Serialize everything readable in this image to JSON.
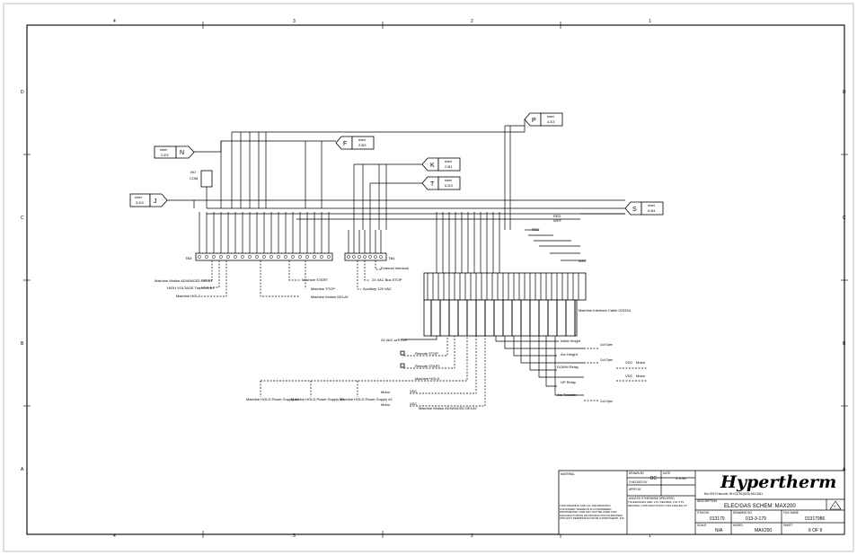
{
  "border": {
    "columns": [
      "4",
      "3",
      "2",
      "1"
    ],
    "rows": [
      "D",
      "C",
      "B",
      "A"
    ]
  },
  "connectors": [
    {
      "letter": "N",
      "sheet_word": "sheet",
      "ref": "2-E3"
    },
    {
      "letter": "F",
      "sheet_word": "sheet",
      "ref": "2-B3"
    },
    {
      "letter": "P",
      "sheet_word": "sheet",
      "ref": "4-E3"
    },
    {
      "letter": "K",
      "sheet_word": "sheet",
      "ref": "2-B1"
    },
    {
      "letter": "T",
      "sheet_word": "sheet",
      "ref": "6-D3"
    },
    {
      "letter": "J",
      "sheet_word": "sheet",
      "ref": "3-D3"
    },
    {
      "letter": "S",
      "sheet_word": "sheet",
      "ref": "6-B4"
    }
  ],
  "labels": {
    "no": "NO",
    "com": "COM",
    "tb3": "TB3",
    "tb4": "TB4",
    "red": "RED",
    "wht": "WHT",
    "machine_motion_delay": "Machine Motion ADVANCED DELAY",
    "hv_transformer": "HIGH VOLTAGE Transformer",
    "machine_hold": "Machine HOLD",
    "machine_start": "Machine START",
    "machine_stop": "Machine STOP",
    "machine_motion_delay2": "Machine Motion DELAY",
    "interlock": "External Interlock",
    "vac_bus": "24 VAC Bus STOP",
    "aux_vac": "Auxiliary 120 VAC",
    "interface_cable": "Machine Interface Cable 023334",
    "vac_wstop": "24 VAC w/STOP",
    "remote_stop": "Remote STOP",
    "remote_start": "Remote START",
    "machine_hold2": "Machine HOLD",
    "advanced_delay": "Machine Motion ADVANCED DELAY",
    "hold_ps4": "Machine HOLD Power Supply #4",
    "hold_ps3": "Machine HOLD Power Supply #3",
    "hold_ps2": "Machine HOLD Power Supply #2",
    "motor": "Motor",
    "vdc": "VDC",
    "initial_height": "Initial Height",
    "arc_height": "Arc Height",
    "down_relay": "DOWN Relay",
    "up_relay": "UP Relay",
    "arc_transfer": "Arc Transfer",
    "coil_open": "Coil Open"
  },
  "title_block": {
    "company": "Hypertherm",
    "address": "Box 5010 Hanover, NH 03755 (603) 643-3441",
    "material_label": "MATERIAL",
    "drawn_label": "DRAWN BY",
    "drawn_value": "BC",
    "date_label": "DATE",
    "date_value": "5-9-96",
    "checked_label": "CHECKED BY",
    "approved_label": "APPR BY",
    "unless_label": "UNLESS OTHERWISE SPECIFIED",
    "tolerances": "TOLERANCES ARE: 2 PL DECIMAL ±.01 3 PL DECIMAL ±.005 FRACTIONS ±1/64 ANGLES ±1°",
    "proprietary": "THIS DRAWING AND ALL INFORMATION CONTAINED THEREON IS CONSIDERED PROPRIETARY AND MAY NOT BE USED FOR MANUFACTURING OR PRODUCTION PURPOSES WITHOUT PERMISSION FROM HYPERTHERM, INC.",
    "description_label": "DESCRIPTION",
    "description": "ELEC/GAS SCHEM: MAX200",
    "item_label": "ITEM NO.",
    "item_no": "013179",
    "drawing_label": "DRAWING NO.",
    "drawing_no": "013-3-179",
    "file_label": "FILE NAME",
    "file_name": "01317986",
    "scale_label": "SCALE",
    "scale": "N/A",
    "model_label": "MODEL",
    "model": "MAX200",
    "sheet_label": "SHEET",
    "sheet": "6 OF 9",
    "rev": "V"
  }
}
